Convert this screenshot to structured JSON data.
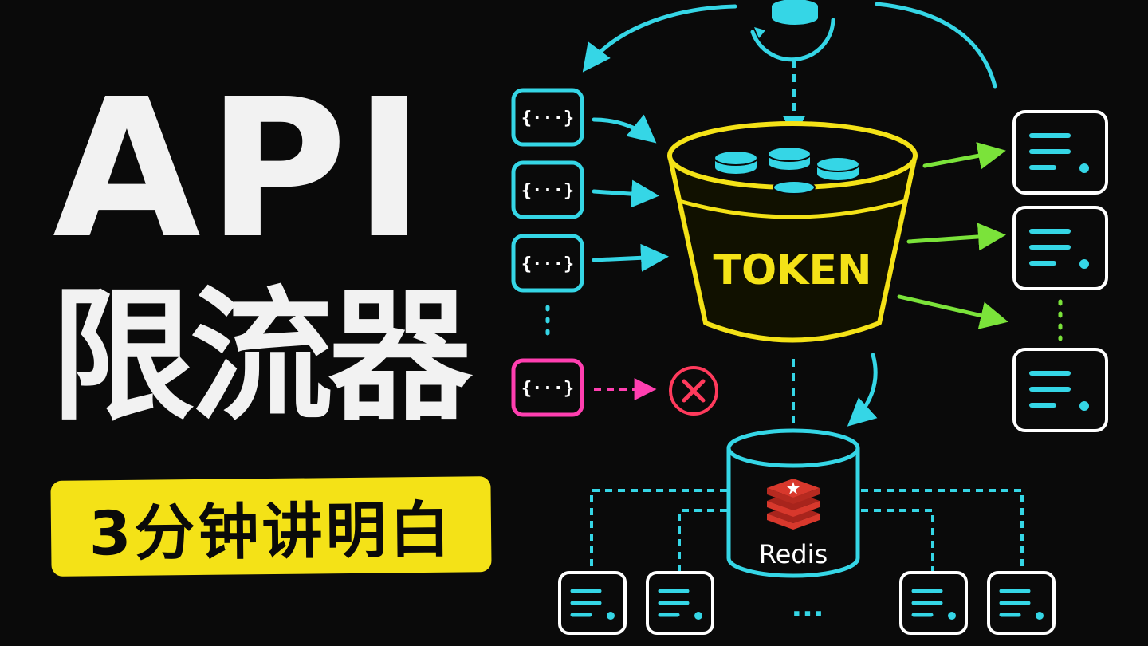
{
  "title": {
    "line1": "API",
    "line2": "限流器"
  },
  "subtitle": "3分钟讲明白",
  "diagram": {
    "request_label": "{···}",
    "bucket_label": "TOKEN",
    "store_label": "Redis",
    "ellipsis": "···",
    "colors": {
      "request": "#35d6e6",
      "rejected": "#ff3fb0",
      "bucket": "#f4e217",
      "output": "#7be33a",
      "cancel": "#ff3a5c",
      "response": "#ffffff",
      "redis": "#d8382c"
    }
  }
}
